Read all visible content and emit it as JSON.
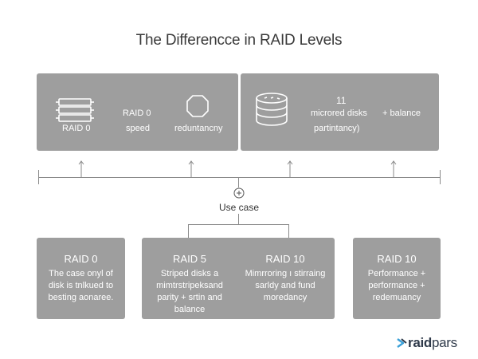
{
  "title": "The Differencce in RAID Levels",
  "top_left_panel": {
    "icon": "drive-stack-icon",
    "icon_label": "RAID 0",
    "heading": "RAID 0",
    "sub": "speed",
    "shape_icon": "octagon-icon",
    "shape_label": "reduntancny"
  },
  "top_right_panel": {
    "icon": "database-icon",
    "count": "11",
    "line1": "microred disks",
    "plus_label": "+ balance",
    "line2": "partintancy)"
  },
  "connector": {
    "plus_icon": "plus-circle-icon",
    "label": "Use case"
  },
  "bottom_cards": [
    {
      "title": "RAID 0",
      "body": "The case onyl of disk is tnlkued to besting aonaree."
    },
    {
      "title": "RAID 5",
      "body": "Striped disks a mimtrstripeksand parity + srtin and balance"
    },
    {
      "title": "RAID 10",
      "body": "Mimrroring ı stirraing sarldy and fund moredancy"
    },
    {
      "title": "RAID 10",
      "body": "Performance + performance + redemuancy"
    }
  ],
  "brand": {
    "name_bold": "raid",
    "name_rest": "pars",
    "logo_icon": "raidpars-logo-icon",
    "accent": "#3aa0d8"
  },
  "colors": {
    "panel": "#9e9e9e",
    "line": "#8a8a8a",
    "title": "#3a3a3a"
  }
}
